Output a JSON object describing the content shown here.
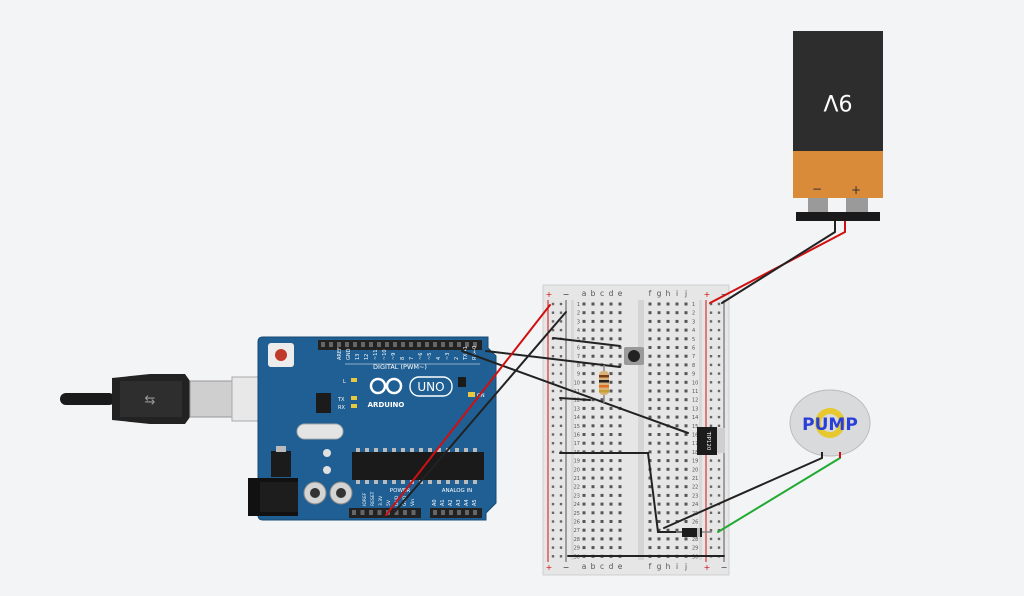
{
  "arduino": {
    "logo": "ARDUINO",
    "model": "UNO",
    "digital_label": "DIGITAL (PWM~)",
    "power_label": "POWER",
    "analog_label": "ANALOG IN",
    "on_label": "ON",
    "l_label": "L",
    "tx_label": "TX",
    "rx_label": "RX",
    "digital_pins": [
      "AREF",
      "GND",
      "13",
      "12",
      "~11",
      "~10",
      "~9",
      "8",
      "7",
      "~6",
      "~5",
      "4",
      "~3",
      "2",
      "TX→1",
      "RX←0"
    ],
    "power_pins": [
      "IOREF",
      "RESET",
      "3.3V",
      "5V",
      "GND",
      "GND",
      "Vin"
    ],
    "analog_pins": [
      "A0",
      "A1",
      "A2",
      "A3",
      "A4",
      "A5"
    ]
  },
  "breadboard": {
    "columns_left": [
      "a",
      "b",
      "c",
      "d",
      "e"
    ],
    "columns_right": [
      "f",
      "g",
      "h",
      "i",
      "j"
    ],
    "plus": "+",
    "minus": "−",
    "row_count": 30
  },
  "battery": {
    "label": "9V",
    "minus": "−",
    "plus": "+"
  },
  "transistor": {
    "label": "TIP120"
  },
  "pump": {
    "label": "PUMP"
  },
  "colors": {
    "wire_black": "#222222",
    "wire_red": "#d01010",
    "wire_green": "#22aa33",
    "arduino_blue": "#1f5f93",
    "battery_body": "#2d2d2d",
    "battery_cap": "#d98b3a"
  }
}
